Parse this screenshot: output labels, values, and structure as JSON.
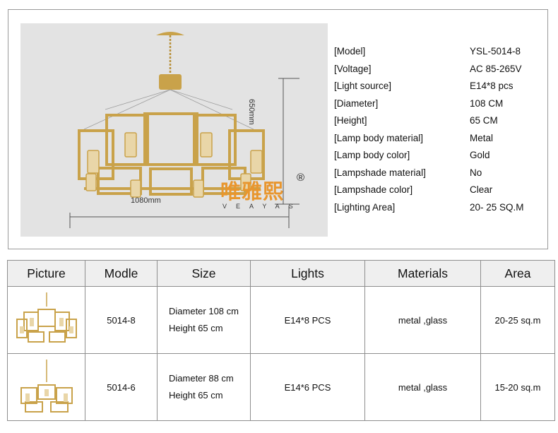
{
  "dimensions": {
    "width": "1080mm",
    "height": "650mm"
  },
  "brand": {
    "name": "唯雅熙",
    "registered": "®",
    "romanized": "VEAYAS"
  },
  "specs": [
    {
      "key": "[Model]",
      "value": "YSL-5014-8"
    },
    {
      "key": "[Voltage]",
      "value": "AC 85-265V"
    },
    {
      "key": "[Light source]",
      "value": "E14*8 pcs"
    },
    {
      "key": "[Diameter]",
      "value": "108 CM"
    },
    {
      "key": "[Height]",
      "value": "65 CM"
    },
    {
      "key": "[Lamp body material]",
      "value": "Metal"
    },
    {
      "key": "[Lamp body color]",
      "value": "Gold"
    },
    {
      "key": "[Lampshade material]",
      "value": "No"
    },
    {
      "key": "[Lampshade color]",
      "value": "Clear"
    },
    {
      "key": "[Lighting Area]",
      "value": "20- 25 SQ.M"
    }
  ],
  "table": {
    "headers": [
      "Picture",
      "Modle",
      "Size",
      "Lights",
      "Materials",
      "Area"
    ],
    "rows": [
      {
        "model": "5014-8",
        "size_line1": "Diameter 108 cm",
        "size_line2": "Height 65 cm",
        "lights": "E14*8 PCS",
        "materials": "metal ,glass",
        "area": "20-25 sq.m"
      },
      {
        "model": "5014-6",
        "size_line1": "Diameter 88 cm",
        "size_line2": "Height 65 cm",
        "lights": "E14*6 PCS",
        "materials": "metal ,glass",
        "area": "15-20 sq.m"
      }
    ]
  },
  "colors": {
    "gold": "#c9a24a",
    "brand": "#e8962e",
    "photo_bg": "#e3e3e3",
    "header_bg": "#efefef"
  }
}
